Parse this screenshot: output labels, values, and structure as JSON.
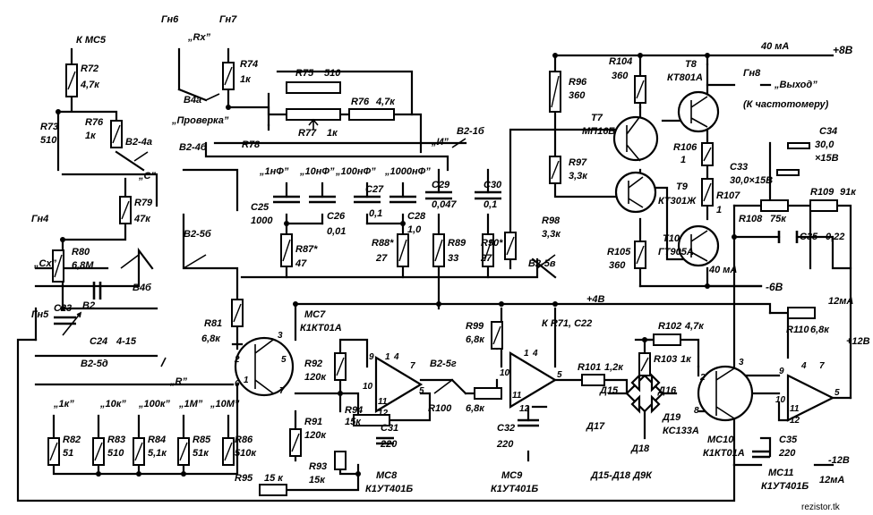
{
  "terminals": {
    "gn6": "Гн6",
    "gn7": "Гн7",
    "rx": "„Rх”",
    "gn8": "Гн8",
    "output": "„Выход”",
    "to_counter": "(К частотомеру)",
    "gn4": "Гн4",
    "gn5": "Гн5",
    "cx": "„Cх”",
    "to_mc5": "К МС5"
  },
  "rails": {
    "plus8": "+8В",
    "minus6": "-6В",
    "plus4": "+4В",
    "plus12": "+12В",
    "minus12": "-12В",
    "i40a": "40 мА",
    "i40b": "40 мА",
    "i12a": "12мА",
    "i12b": "12мА"
  },
  "switches": {
    "b4a": "В4а",
    "b4b": "В4б",
    "proverka": "„Проверка”",
    "b2_4a": "В2-4а",
    "b2_4b": "В2-4б",
    "b2_1b": "В2-1б",
    "b2_5b": "В2-5б",
    "b2_5v": "В2-5в",
    "b2_5g": "В2-5г",
    "b2_5d": "В2-5д",
    "c_label": "„С”",
    "r_label": "„R”",
    "i_label": "„И”"
  },
  "ranges_c": [
    "„1нФ”",
    "„10нФ”",
    "„100нФ”",
    "„1000нФ”"
  ],
  "ranges_r": [
    "„1к”",
    "„10к”",
    "„100к”",
    "„1М”",
    "„10М”"
  ],
  "resistors": {
    "r72": "R72",
    "r72v": "4,7к",
    "r73": "R73",
    "r73v": "510",
    "r76b": "R76",
    "r76bv": "1к",
    "r74": "R74",
    "r74v": "1к",
    "r75": "R75",
    "r75v": "510",
    "r76": "R76",
    "r76v": "4,7к",
    "r77": "R77",
    "r77v": "1к",
    "r78": "R78",
    "r79": "R79",
    "r79v": "47к",
    "r80": "R80",
    "r80v": "6,8М",
    "r81": "R81",
    "r81v": "6,8к",
    "r82": "R82",
    "r82v": "51",
    "r83": "R83",
    "r83v": "510",
    "r84": "R84",
    "r84v": "5,1к",
    "r85": "R85",
    "r85v": "51к",
    "r86": "R86",
    "r86v": "510к",
    "r87": "R87*",
    "r87v": "47",
    "r88": "R88*",
    "r88v": "27",
    "r89": "R89",
    "r89v": "33",
    "r90": "R90*",
    "r90v": "27",
    "r91": "R91",
    "r91v": "120к",
    "r92": "R92",
    "r92v": "120к",
    "r93": "R93",
    "r93v": "15к",
    "r94": "R94",
    "r94v": "15к",
    "r95": "R95",
    "r95v": "15 к",
    "r96": "R96",
    "r96v": "360",
    "r97": "R97",
    "r97v": "3,3к",
    "r98": "R98",
    "r98v": "3,3к",
    "r99": "R99",
    "r99v": "6,8к",
    "r100": "R100",
    "r100v": "6,8к",
    "r101": "R101",
    "r101v": "1,2к",
    "r102": "R102",
    "r102v": "4,7к",
    "r103": "R103",
    "r103v": "1к",
    "r104": "R104",
    "r104v": "360",
    "r105": "R105",
    "r105v": "360",
    "r106": "R106",
    "r106v": "1",
    "r107": "R107",
    "r107v": "1",
    "r108": "R108",
    "r108v": "75к",
    "r109": "R109",
    "r109v": "91к",
    "r110": "R110",
    "r110v": "6,8к"
  },
  "capacitors": {
    "c23": "С23",
    "c24": "С24",
    "c24v": "4-15",
    "c25": "С25",
    "c25v": "1000",
    "c26": "С26",
    "c26v": "0,01",
    "c27": "С27",
    "c27v": "0,1",
    "c28": "С28",
    "c28v": "1,0",
    "c29": "С29",
    "c29v": "0,047",
    "c30": "С30",
    "c30v": "0,1",
    "c31": "С31",
    "c31v": "220",
    "c32": "С32",
    "c32v": "220",
    "c33": "С33",
    "c33v": "30,0×15В",
    "c34": "С34",
    "c34v": "30,0",
    "c34v2": "×15В",
    "c35a": "С35",
    "c35av": "0,22",
    "c35b": "С35",
    "c35bv": "220"
  },
  "semis": {
    "mc7": "МС7",
    "mc7t": "К1КТ01А",
    "mc8": "МС8",
    "mc8t": "К1УТ401Б",
    "mc9": "МС9",
    "mc9t": "К1УТ401Б",
    "mc10": "МС10",
    "mc10t": "К1КТ01А",
    "mc11": "МС11",
    "mc11t": "К1УТ401Б",
    "t7": "Т7",
    "t7t": "МП16Б",
    "t8": "Т8",
    "t8t": "КТ801А",
    "t9": "Т9",
    "t9t": "КТ301Ж",
    "t10": "Т10",
    "t10t": "ГТ905А",
    "d15": "Д15",
    "d16": "Д16",
    "d17": "Д17",
    "d18": "Д18",
    "d19": "Д19",
    "d19t": "КС133А",
    "dnote": "Д15-Д18  Д9К",
    "k71": "К R71, C22",
    "b82": "В2"
  },
  "pins": [
    "3",
    "2",
    "1",
    "5",
    "7",
    "6",
    "9",
    "10",
    "11",
    "12",
    "1",
    "5",
    "4",
    "7",
    "10",
    "11",
    "12",
    "1",
    "4",
    "5",
    "3",
    "2",
    "8",
    "9",
    "10",
    "11",
    "12",
    "4",
    "5",
    "7"
  ],
  "watermark": "rezistor.tk",
  "colors": {
    "ink": "#000000",
    "paper": "#ffffff"
  }
}
